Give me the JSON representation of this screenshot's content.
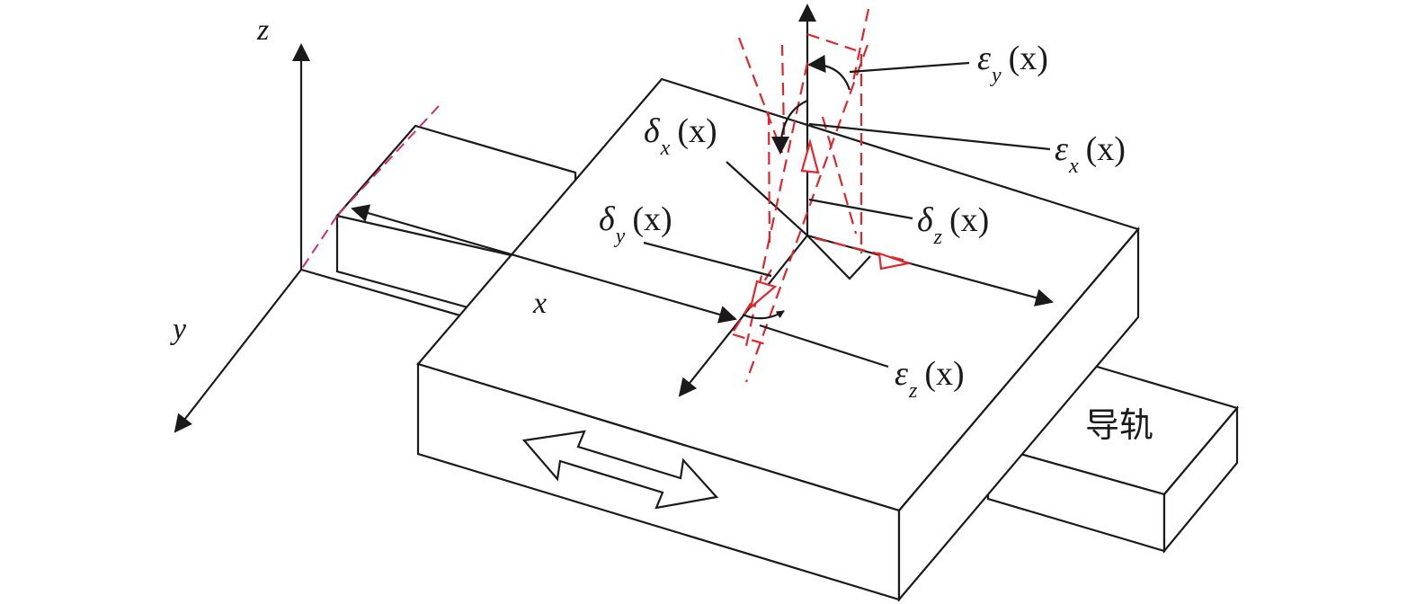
{
  "axes": {
    "z": "z",
    "y": "y",
    "x": "x"
  },
  "errors": {
    "eps_y": {
      "symbol": "ε",
      "sub": "y",
      "arg": "(x)"
    },
    "eps_x": {
      "symbol": "ε",
      "sub": "x",
      "arg": "(x)"
    },
    "eps_z": {
      "symbol": "ε",
      "sub": "z",
      "arg": "(x)"
    },
    "delta_x": {
      "symbol": "δ",
      "sub": "x",
      "arg": "(x)"
    },
    "delta_y": {
      "symbol": "δ",
      "sub": "y",
      "arg": "(x)"
    },
    "delta_z": {
      "symbol": "δ",
      "sub": "z",
      "arg": "(x)"
    }
  },
  "rail_label": "导轨",
  "colors": {
    "line": "#1a1a1a",
    "error_frame": "#e0252b",
    "guide": "#d42a6a"
  }
}
